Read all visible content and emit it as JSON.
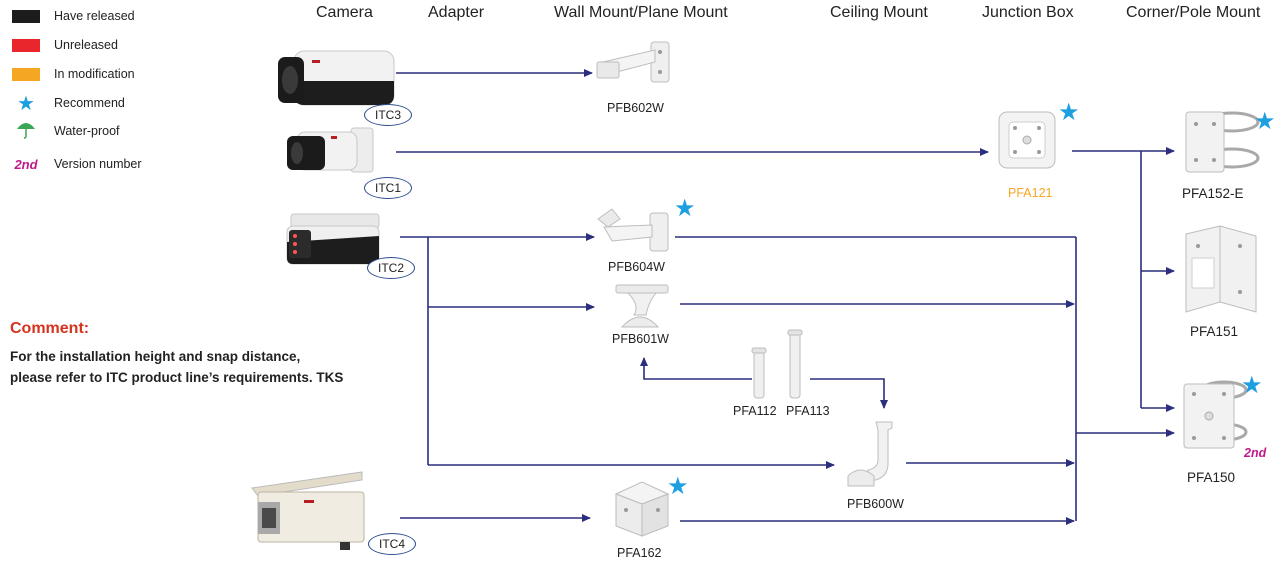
{
  "headers": {
    "camera": "Camera",
    "adapter": "Adapter",
    "wall_mount": "Wall Mount/Plane Mount",
    "ceiling_mount": "Ceiling Mount",
    "junction_box": "Junction Box",
    "corner_pole": "Corner/Pole Mount"
  },
  "legend": {
    "have_released": "Have released",
    "unreleased": "Unreleased",
    "in_modification": "In modification",
    "recommend": "Recommend",
    "water_proof": "Water-proof",
    "version_symbol": "2nd",
    "version_number": "Version number"
  },
  "colors": {
    "released": "#1c1c1c",
    "unreleased": "#e8262c",
    "modification": "#f5a623",
    "recommend_star": "#1e9fe0",
    "arrow": "#2b2f7e",
    "version": "#c0198c"
  },
  "cameras": {
    "itc3": "ITC3",
    "itc1": "ITC1",
    "itc2": "ITC2",
    "itc4": "ITC4"
  },
  "products": {
    "pfb602w": "PFB602W",
    "pfa121": "PFA121",
    "pfa152e": "PFA152-E",
    "pfb604w": "PFB604W",
    "pfa151": "PFA151",
    "pfb601w": "PFB601W",
    "pfa112": "PFA112",
    "pfa113": "PFA113",
    "pfa150": "PFA150",
    "pfa150_version": "2nd",
    "pfb600w": "PFB600W",
    "pfa162": "PFA162"
  },
  "comment": {
    "title": "Comment:",
    "line1": "For the installation height and snap distance,",
    "line2": "please refer to ITC product line’s requirements. TKS"
  }
}
